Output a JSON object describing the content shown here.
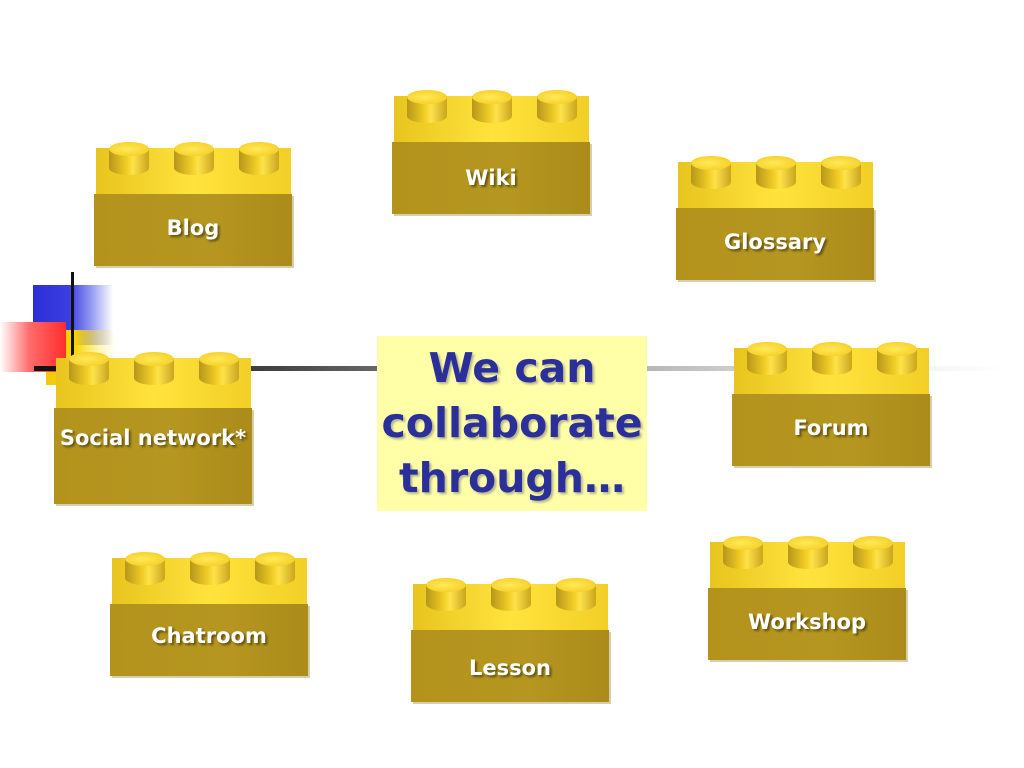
{
  "title": "We can\ncollaborate\nthrough…",
  "bricks": [
    {
      "label": "Wiki"
    },
    {
      "label": "Blog"
    },
    {
      "label": "Glossary"
    },
    {
      "label": "Social network*"
    },
    {
      "label": "Forum"
    },
    {
      "label": "Chatroom"
    },
    {
      "label": "Lesson"
    },
    {
      "label": "Workshop"
    }
  ],
  "colors": {
    "title_text": "#2b2f9a",
    "title_box": "#ffffa8",
    "brick_top": "#ffe33c",
    "brick_body": "#b59620",
    "label": "#ffffff"
  }
}
